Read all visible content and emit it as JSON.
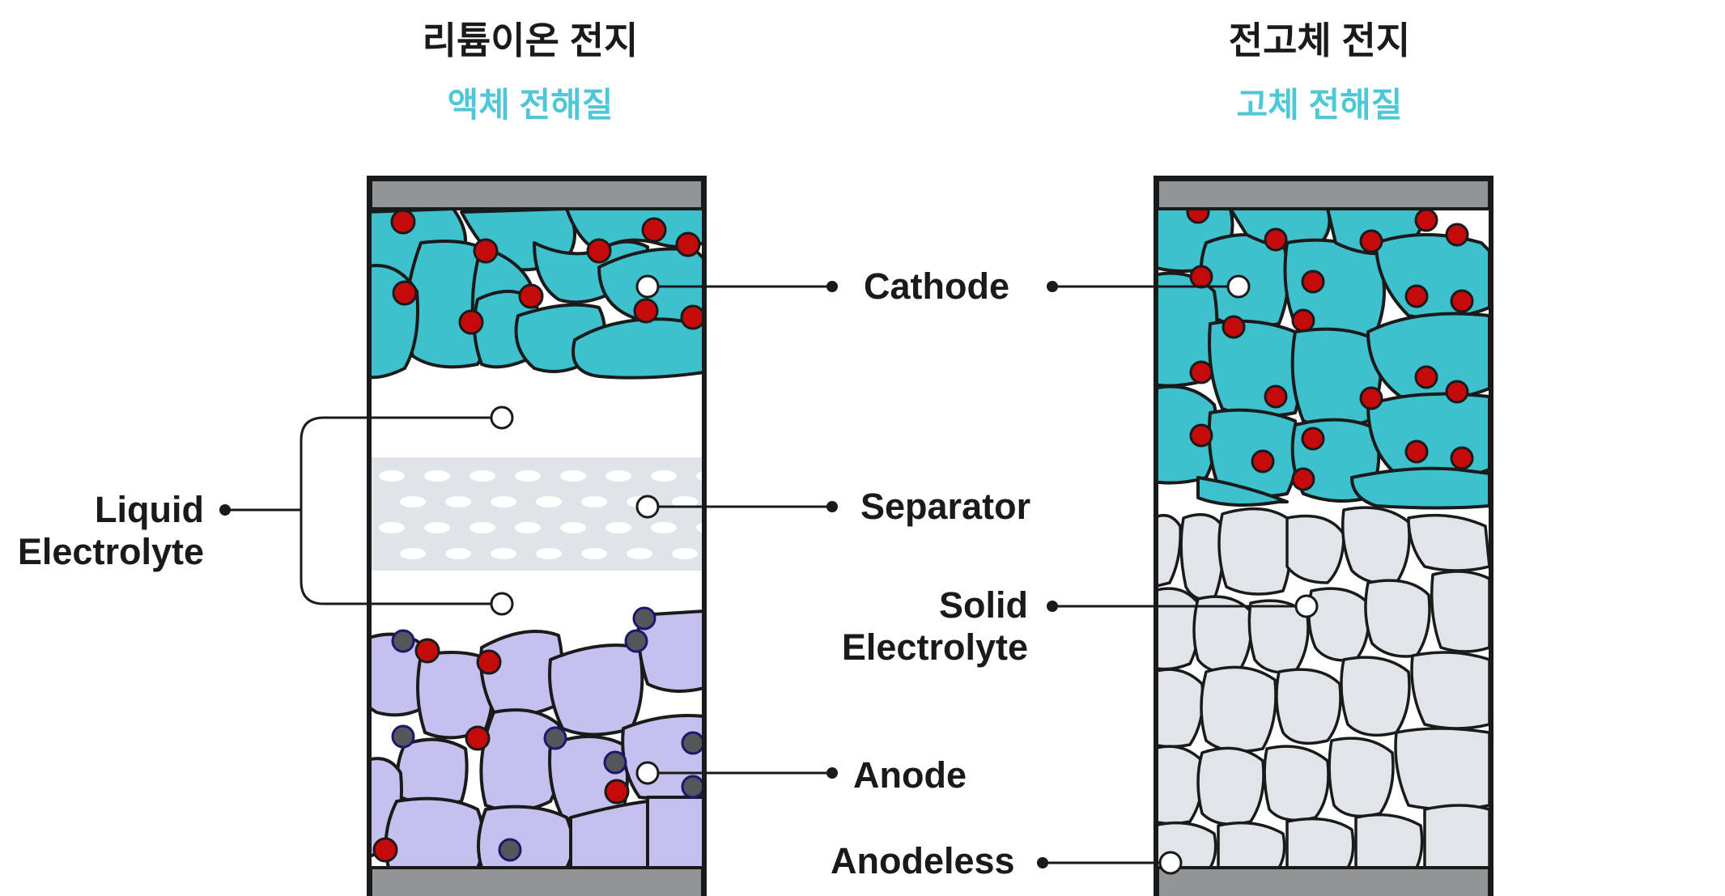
{
  "colors": {
    "cathode": "#3ec0cd",
    "anode": "#c6c0ef",
    "solid_electrolyte": "#e1e4e8",
    "separator": "#e0e4e8",
    "red_ion": "#c40a0a",
    "dark_ion": "#55565a",
    "collector": "#939495",
    "outline": "#1a1a1a",
    "subtitle": "#4ec8d6"
  },
  "left": {
    "title": "리튬이온 전지",
    "subtitle": "액체 전해질"
  },
  "right": {
    "title": "전고체 전지",
    "subtitle": "고체 전해질"
  },
  "labels": {
    "liquid_electrolyte": [
      "Liquid",
      "Electrolyte"
    ],
    "cathode": "Cathode",
    "separator": "Separator",
    "anode": "Anode",
    "solid_electrolyte": [
      "Solid",
      "Electrolyte"
    ],
    "anodeless": "Anodeless"
  }
}
